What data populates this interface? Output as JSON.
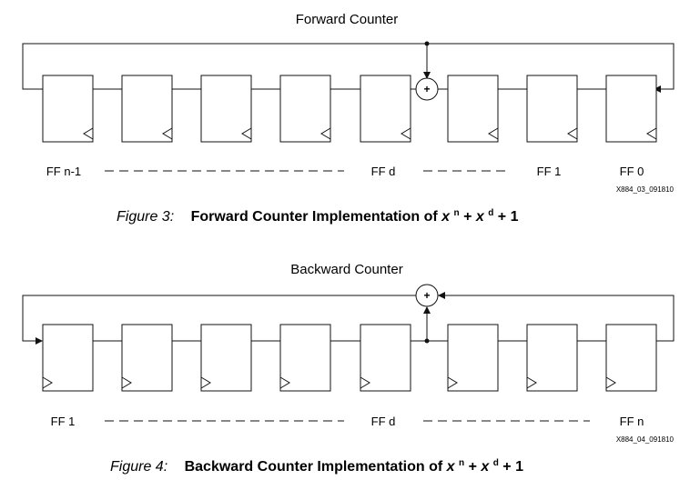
{
  "figure3": {
    "title": "Forward Counter",
    "ff_labels": [
      "FF n-1",
      "FF d",
      "FF 1",
      "FF 0"
    ],
    "dash_gaps": 2,
    "id": "X884_03_091810",
    "caption": {
      "figure": "Figure 3:",
      "text": "Forward Counter Implementation of ",
      "x1": "x",
      "exp1": "n",
      "plus1": " + ",
      "x2": "x",
      "exp2": "d",
      "tail": " + 1"
    }
  },
  "figure4": {
    "title": "Backward Counter",
    "ff_labels": [
      "FF 1",
      "FF d",
      "FF n"
    ],
    "id": "X884_04_091810",
    "caption": {
      "figure": "Figure 4:",
      "text": "Backward Counter Implementation of ",
      "x1": "x",
      "exp1": "n",
      "plus1": " + ",
      "x2": "x",
      "exp2": "d",
      "tail": " + 1"
    }
  },
  "xor_symbol": "+",
  "colors": {
    "stroke": "#111111",
    "background": "#ffffff"
  },
  "flip_flop_count": 8
}
